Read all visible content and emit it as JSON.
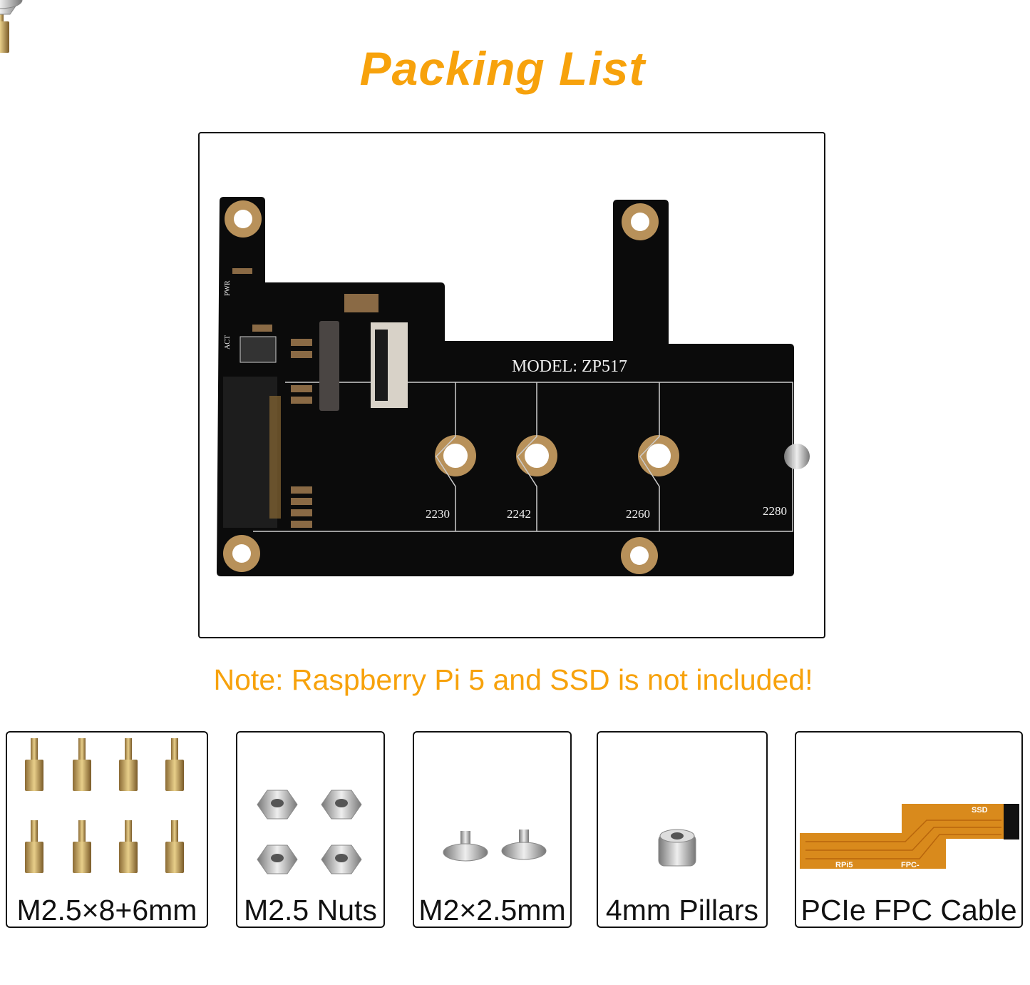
{
  "title": "Packing List",
  "board": {
    "model_label": "MODEL: ZP517",
    "led_labels": [
      "PWR",
      "ACT"
    ],
    "length_labels": [
      "2230",
      "2242",
      "2260",
      "2280"
    ]
  },
  "note": "Note: Raspberry Pi 5 and SSD is not included!",
  "items": [
    {
      "label": "M2.5×8+6mm"
    },
    {
      "label": "M2.5 Nuts"
    },
    {
      "label": "M2×2.5mm"
    },
    {
      "label": "4mm Pillars"
    },
    {
      "label": "PCIe FPC Cable"
    }
  ],
  "cable": {
    "labels": [
      "RPi5",
      "FPC-",
      "SSD"
    ]
  },
  "colors": {
    "accent": "#f7a20c",
    "pcb": "#0b0b0b",
    "brass": "#b8915a",
    "fpc": "#d98a1c"
  }
}
